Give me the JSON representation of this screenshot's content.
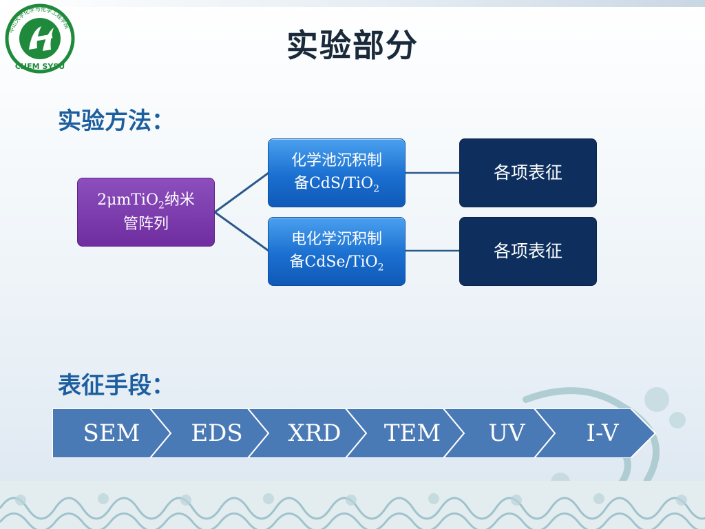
{
  "slide": {
    "title": "实验部分",
    "logo_text": "CHEM SYSU",
    "logo_arc": "中山大学化学与化学工程学院"
  },
  "methods": {
    "heading": "实验方法：",
    "source": {
      "line1_a": "2μmTiO",
      "line1_sub": "2",
      "line1_b": "纳米",
      "line2": "管阵列"
    },
    "branch1": {
      "line1": "化学池沉积制",
      "line2_a": "备CdS/TiO",
      "line2_sub": "2"
    },
    "branch2": {
      "line1": "电化学沉积制",
      "line2_a": "备CdSe/TiO",
      "line2_sub": "2"
    },
    "result1": "各项表征",
    "result2": "各项表征"
  },
  "characterization": {
    "heading": "表征手段：",
    "steps": [
      "SEM",
      "EDS",
      "XRD",
      "TEM",
      "UV",
      "I-V"
    ]
  },
  "colors": {
    "section_heading": "#1d5f9e",
    "purple_box": "#6f2d9f",
    "blue_box": "#1a6fd0",
    "navy_box": "#0e2f5e",
    "chevron": "#4a7ab5"
  }
}
